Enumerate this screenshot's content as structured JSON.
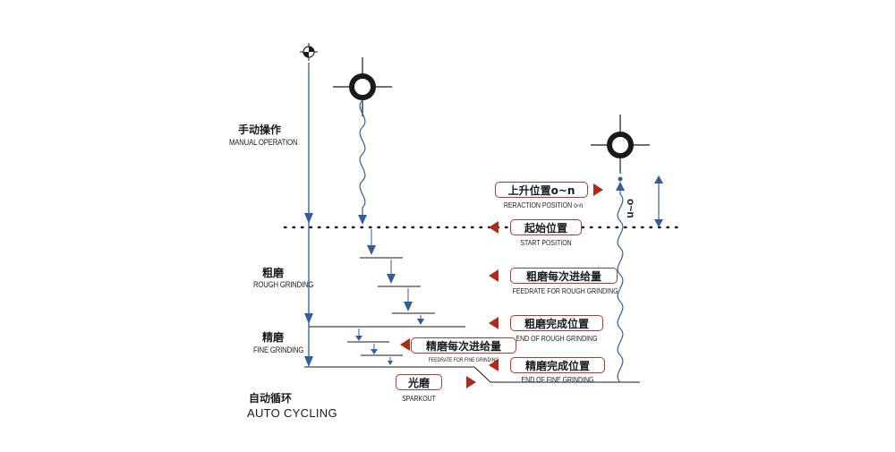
{
  "left_labels": {
    "manual": {
      "cn": "手动操作",
      "en": "MANUAL OPERATION"
    },
    "rough": {
      "cn": "粗磨",
      "en": "ROUGH GRINDING"
    },
    "fine": {
      "cn": "精磨",
      "en": "FINE GRINDING"
    },
    "auto": {
      "cn": "自动循环",
      "en": "AUTO CYCLING"
    }
  },
  "positions": {
    "retraction": {
      "cn": "上升位置o~n",
      "en": "RERACTION POSITION o-n"
    },
    "start": {
      "cn": "起始位置",
      "en": "START POSITION"
    },
    "rough_feed": {
      "cn": "粗磨每次进给量",
      "en": "FEEDRATE FOR ROUGH GRINDING"
    },
    "rough_end": {
      "cn": "粗磨完成位置",
      "en": "END OF ROUGH GRINDING"
    },
    "fine_feed": {
      "cn": "精磨每次进给量",
      "en": "FEEDRATE FOR FINE GRINDING"
    },
    "fine_end": {
      "cn": "精磨完成位置",
      "en": "END OF FINE GRINDING"
    },
    "sparkout": {
      "cn": "光磨",
      "en": "SPARKOUT"
    }
  },
  "dimension_label": "o~n",
  "colors": {
    "arrow_blue": "#2f5f96",
    "marker_red": "#b02a1a",
    "line_dark": "#1a1a1a"
  }
}
